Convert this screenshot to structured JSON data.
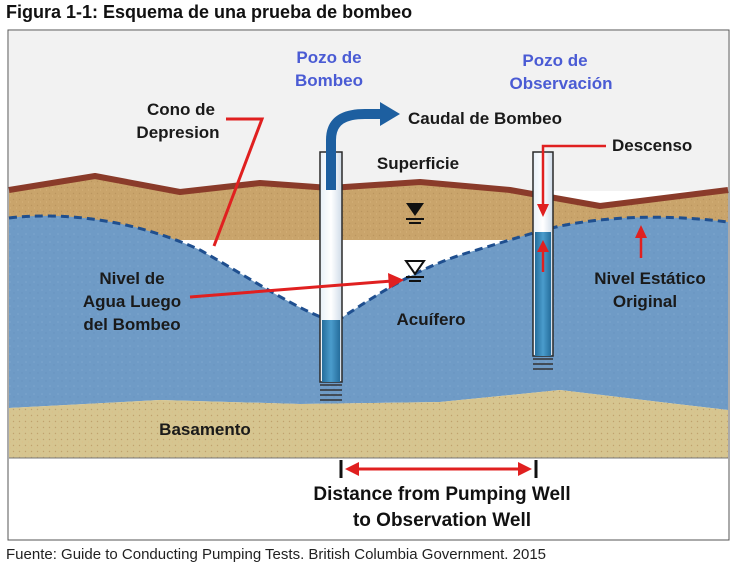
{
  "figure": {
    "title": "Figura 1-1: Esquema de una prueba de bombeo",
    "source": "Fuente: Guide to Conducting Pumping Tests. British Columbia Government. 2015"
  },
  "labels": {
    "pumping_well": [
      "Pozo de",
      "Bombeo"
    ],
    "observation_well": [
      "Pozo de",
      "Observación"
    ],
    "cone": [
      "Cono de",
      "Depresion"
    ],
    "discharge": "Caudal de Bombeo",
    "surface": "Superficie",
    "drawdown": "Descenso",
    "water_level_after": [
      "Nivel de",
      "Agua Luego",
      "del Bombeo"
    ],
    "static_level": [
      "Nivel Estático",
      "Original"
    ],
    "aquifer": "Acuífero",
    "bedrock": "Basamento",
    "distance": [
      "Distance from Pumping Well",
      "to Observation Well"
    ]
  },
  "colors": {
    "soil": "#c9a46b",
    "aquifer": "#6f9bc6",
    "bedrock": "#d6c590",
    "surface_line": "#8a3b2a",
    "water_table": "#1f4f8f",
    "well_water": "#2f7fb0",
    "arrow_red": "#e02020",
    "discharge_pipe": "#1d5fa0",
    "label_blue": "#4a5bd4"
  }
}
